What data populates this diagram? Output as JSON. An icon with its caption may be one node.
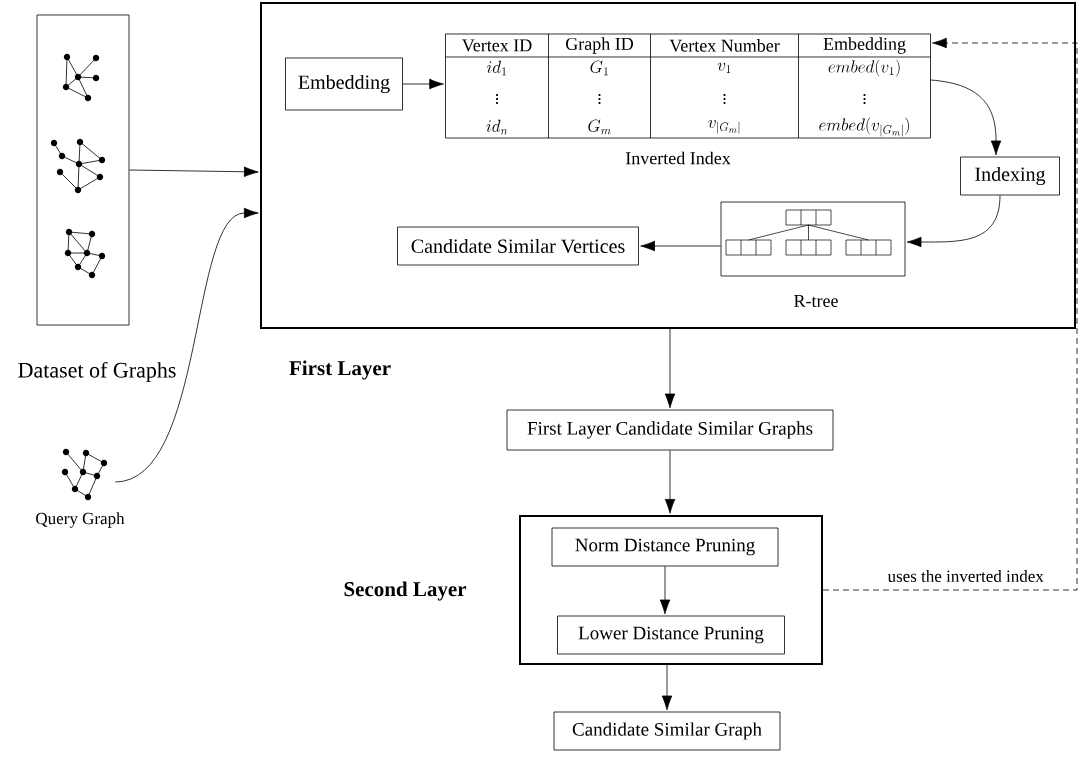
{
  "diagram": {
    "nodes": [
      {
        "text": [
          "Dataset of Graphs"
        ]
      },
      {
        "text": [
          "Query Graph"
        ]
      },
      {
        "text": [
          "First Layer"
        ]
      },
      {
        "text": [
          "Embedding"
        ],
        "in": 2
      },
      {
        "text": [
          "Inverted Index"
        ],
        "in": 2
      },
      {
        "text": [
          "Indexing"
        ],
        "in": 2
      },
      {
        "text": [
          "R-tree"
        ],
        "in": 2
      },
      {
        "text": [
          "Candidate Similar Vertices"
        ],
        "in": 2
      },
      {
        "text": [
          "First Layer Candidate Similar Graphs"
        ]
      },
      {
        "text": [
          "Second Layer"
        ]
      },
      {
        "text": [
          "Norm Distance Pruning"
        ],
        "in": 9
      },
      {
        "text": [
          "Lower Distance Pruning"
        ],
        "in": 9
      },
      {
        "text": [
          "Candidate Similar Graph"
        ]
      }
    ],
    "edges": [
      {
        "from": 0,
        "to": 2,
        "arrow": "to"
      },
      {
        "from": 1,
        "to": 2,
        "arrow": "to"
      },
      {
        "from": 3,
        "to": 4,
        "arrow": "to"
      },
      {
        "from": 4,
        "to": 5,
        "arrow": "to"
      },
      {
        "from": 5,
        "to": 6,
        "arrow": "to"
      },
      {
        "from": 6,
        "to": 7,
        "arrow": "to"
      },
      {
        "from": 2,
        "to": 8,
        "arrow": "to"
      },
      {
        "from": 8,
        "to": 9,
        "arrow": "to"
      },
      {
        "from": 10,
        "to": 11,
        "arrow": "to"
      },
      {
        "from": 9,
        "to": 12,
        "arrow": "to"
      },
      {
        "from": 9,
        "to": 4,
        "arrow": "to",
        "style": "dashed",
        "label": "uses the inverted index"
      }
    ],
    "labels": [
      "Vertex ID",
      "Graph ID",
      "Vertex Number",
      "Embedding",
      "id_1",
      "G_1",
      "v_1",
      "embed(v_1)",
      "\\vdots",
      "\\vdots",
      "\\vdots",
      "\\vdots",
      "id_n",
      "G_m",
      "v_{|G_m|}",
      "embed(v_{|G_m|})"
    ]
  }
}
